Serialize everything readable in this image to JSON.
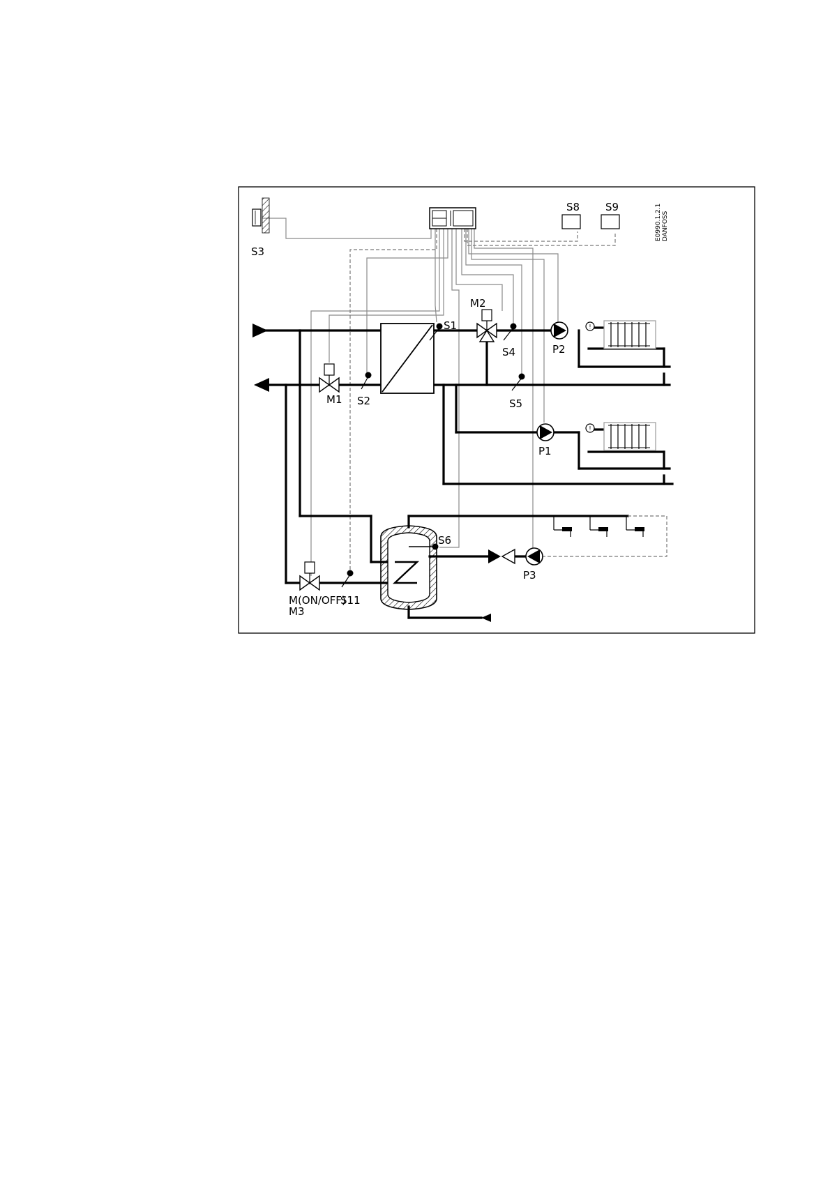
{
  "labels": {
    "s1": "S1",
    "s2": "S2",
    "s3": "S3",
    "s4": "S4",
    "s5": "S5",
    "s6": "S6",
    "s8": "S8",
    "s9": "S9",
    "s11": "S11",
    "m1": "M1",
    "m2": "M2",
    "m3_mode": "M(ON/OFF)",
    "m3": "M3",
    "p1": "P1",
    "p2": "P2",
    "p3": "P3"
  },
  "drawing_code": {
    "line1": "E0990.1.2.1",
    "line2": "DANFOSS"
  }
}
